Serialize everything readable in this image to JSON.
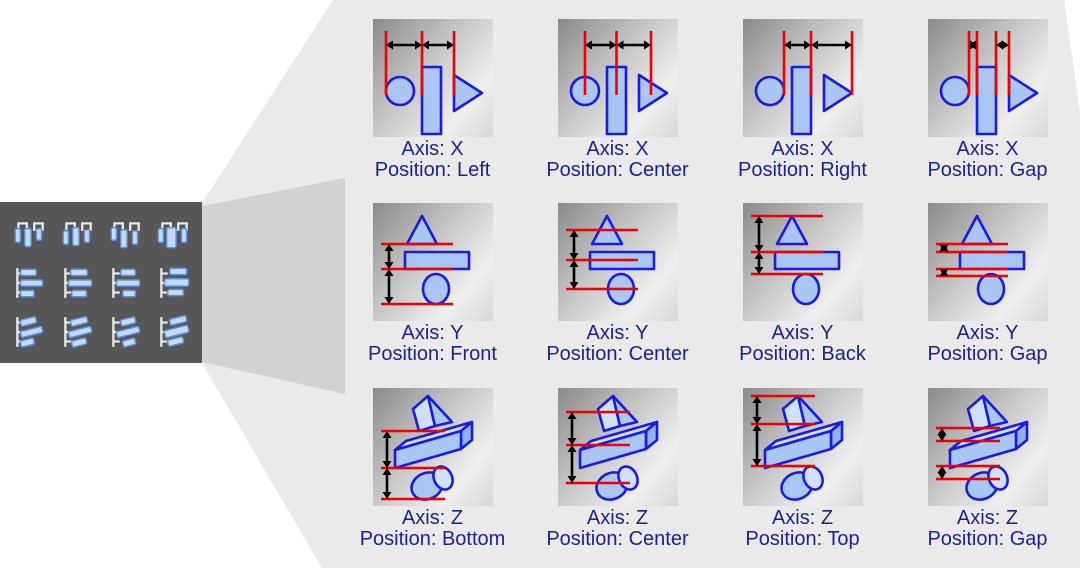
{
  "colors": {
    "label_text": "#1f1f8f",
    "measure_line": "#f20000",
    "arrow": "#000000",
    "shape_stroke": "#1a1ae6",
    "shape_fill": "#a9c7f2",
    "palette_background": "#575757",
    "beam_light": "#eaeaea",
    "beam_dark": "#d2d2d2"
  },
  "palette": {
    "icons": [
      {
        "name": "align-x-left-icon"
      },
      {
        "name": "align-x-center-icon"
      },
      {
        "name": "align-x-right-icon"
      },
      {
        "name": "align-x-gap-icon"
      },
      {
        "name": "align-y-front-icon"
      },
      {
        "name": "align-y-center-icon"
      },
      {
        "name": "align-y-back-icon"
      },
      {
        "name": "align-y-gap-icon"
      },
      {
        "name": "align-z-bottom-icon"
      },
      {
        "name": "align-z-center-icon"
      },
      {
        "name": "align-z-top-icon"
      },
      {
        "name": "align-z-gap-icon"
      }
    ]
  },
  "tiles": [
    {
      "axis_label": "Axis: X",
      "position_label": "Position: Left"
    },
    {
      "axis_label": "Axis: X",
      "position_label": "Position: Center"
    },
    {
      "axis_label": "Axis: X",
      "position_label": "Position: Right"
    },
    {
      "axis_label": "Axis: X",
      "position_label": "Position: Gap"
    },
    {
      "axis_label": "Axis: Y",
      "position_label": "Position: Front"
    },
    {
      "axis_label": "Axis: Y",
      "position_label": "Position: Center"
    },
    {
      "axis_label": "Axis: Y",
      "position_label": "Position: Back"
    },
    {
      "axis_label": "Axis: Y",
      "position_label": "Position: Gap"
    },
    {
      "axis_label": "Axis: Z",
      "position_label": "Position: Bottom"
    },
    {
      "axis_label": "Axis: Z",
      "position_label": "Position: Center"
    },
    {
      "axis_label": "Axis: Z",
      "position_label": "Position: Top"
    },
    {
      "axis_label": "Axis: Z",
      "position_label": "Position: Gap"
    }
  ]
}
